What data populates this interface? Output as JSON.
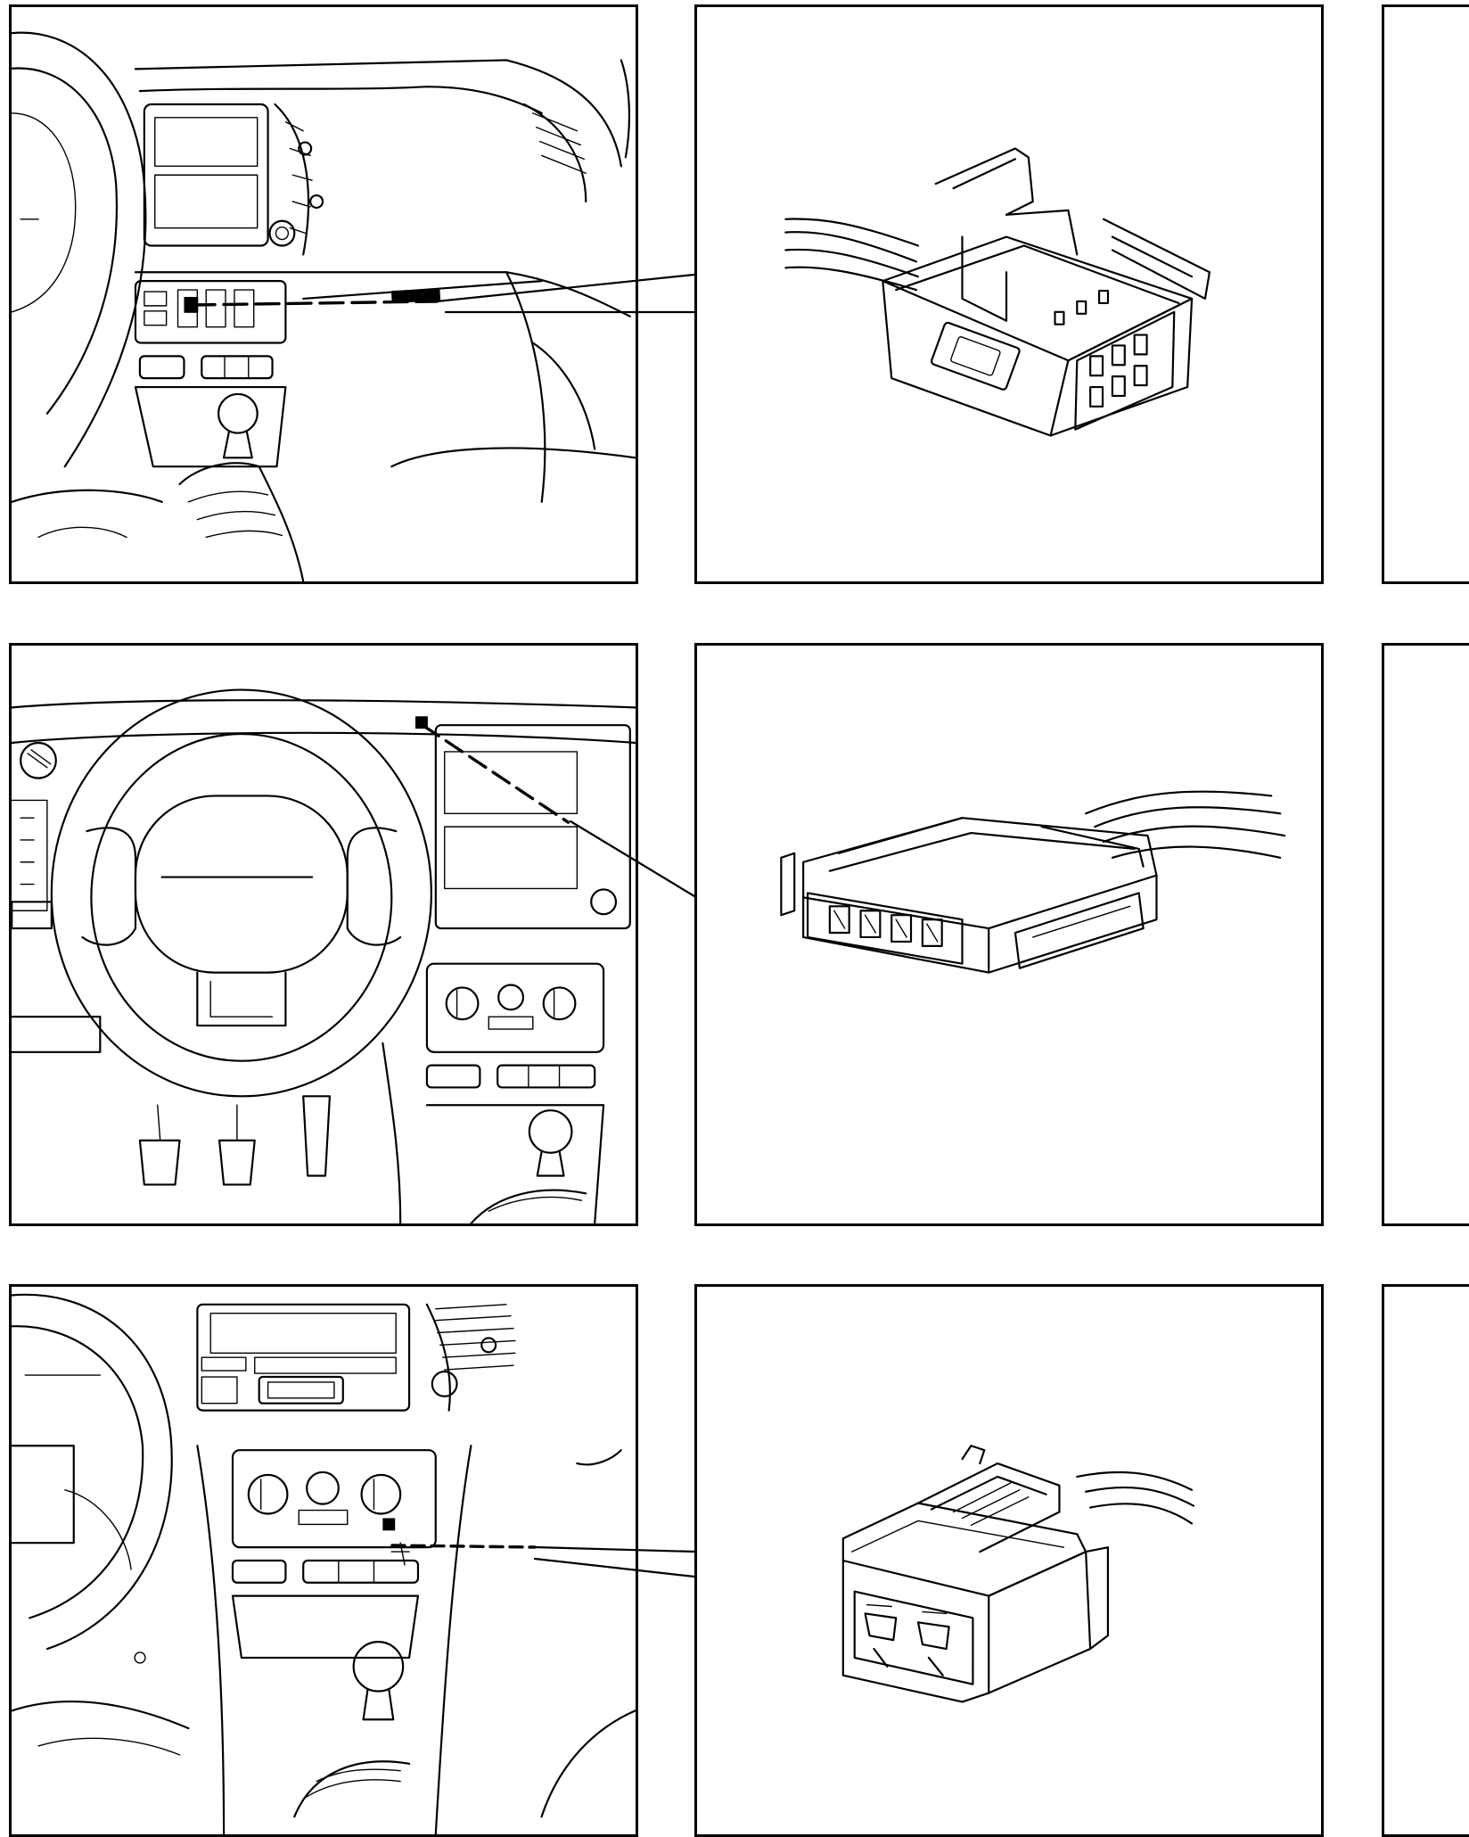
{
  "figure": {
    "rows": [
      {
        "scene": "interior-dashboard-center-console",
        "connector": "six-pin-connector"
      },
      {
        "scene": "interior-steering-wheel-area",
        "connector": "four-pin-connector"
      },
      {
        "scene": "interior-climate-control-panel",
        "connector": "two-pin-connector"
      }
    ],
    "colors": {
      "line": "#000000",
      "background": "#ffffff"
    }
  }
}
